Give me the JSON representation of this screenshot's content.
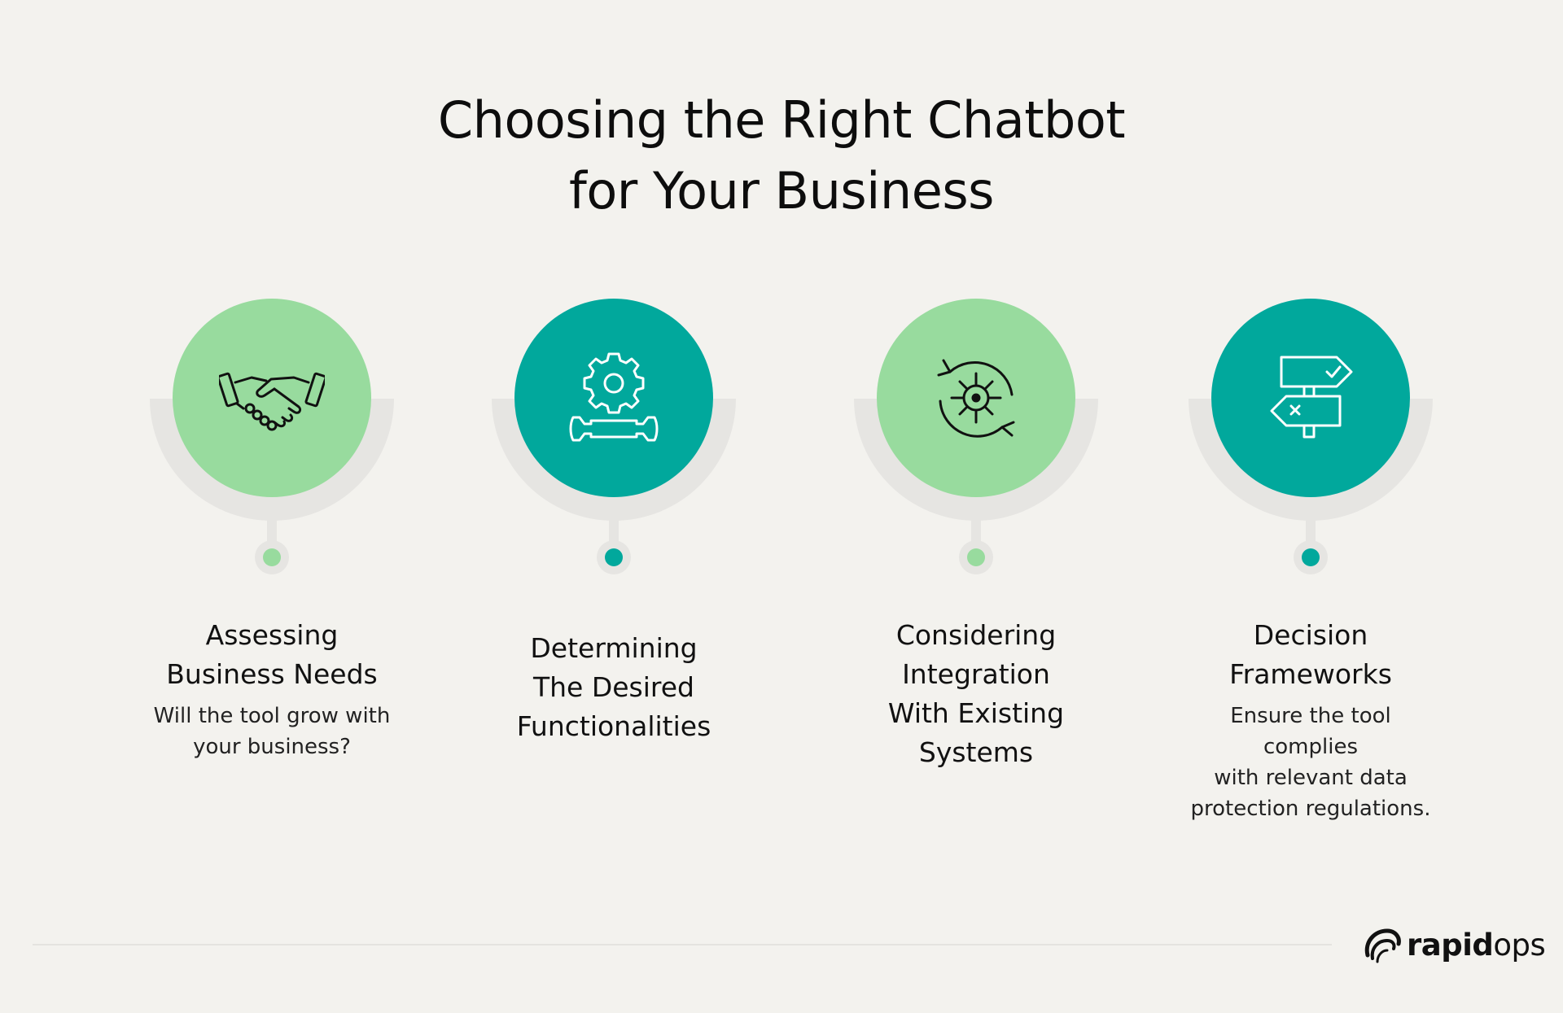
{
  "title": {
    "line1": "Choosing the Right Chatbot",
    "line2": "for Your Business"
  },
  "colors": {
    "light_green": "#98db9e",
    "teal": "#01a89c",
    "cradle_gray": "#e6e5e2",
    "background": "#f3f2ee"
  },
  "steps": [
    {
      "icon": "handshake-icon",
      "heading": [
        "Assessing",
        "Business Needs"
      ],
      "description": [
        "Will the tool grow with",
        "your business?"
      ]
    },
    {
      "icon": "gear-wrench-icon",
      "heading": [
        "Determining",
        "The Desired",
        "Functionalities"
      ],
      "description": []
    },
    {
      "icon": "sync-integration-icon",
      "heading": [
        "Considering",
        "Integration",
        "With Existing",
        "Systems"
      ],
      "description": []
    },
    {
      "icon": "signpost-icon",
      "heading": [
        "Decision",
        "Frameworks"
      ],
      "description": [
        "Ensure the tool complies",
        "with relevant data",
        "protection regulations."
      ]
    }
  ],
  "logo": {
    "word_bold": "rapid",
    "word_light": "ops"
  }
}
